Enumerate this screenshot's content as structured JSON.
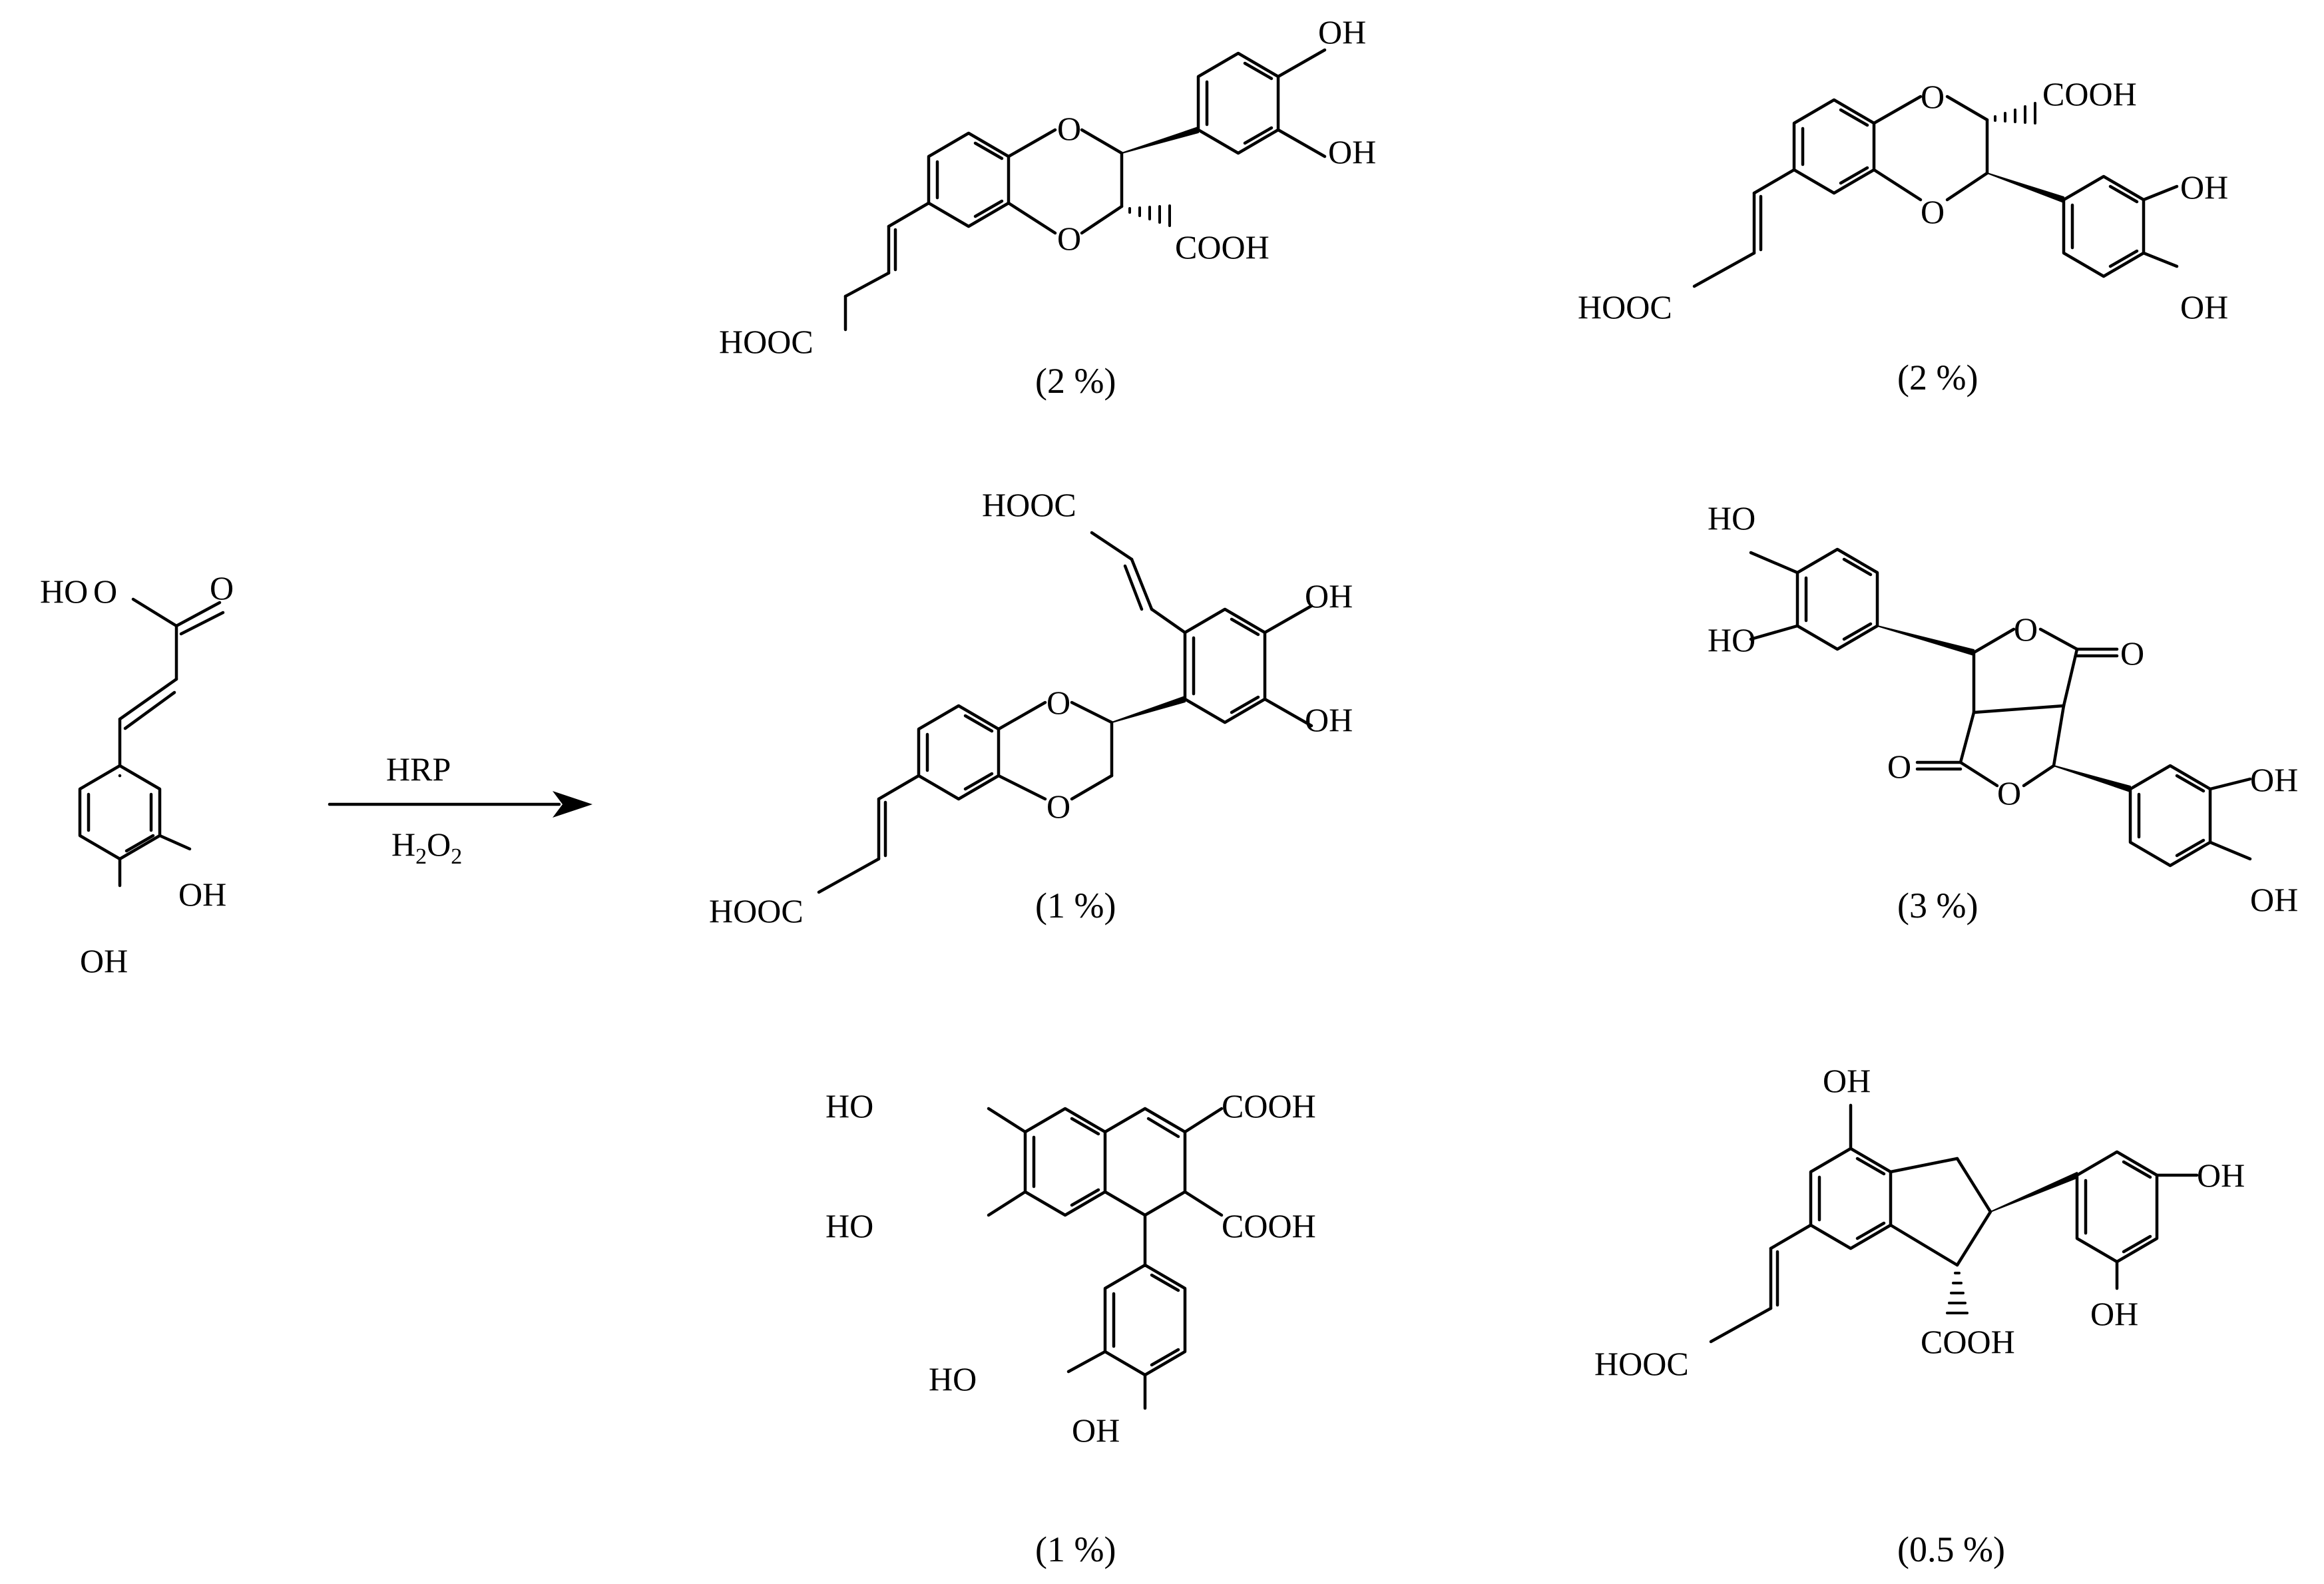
{
  "reaction": {
    "reagent_top": "HRP",
    "reagent_bottom_main": "H",
    "reagent_bottom_sub1": "2",
    "reagent_bottom_o": "O",
    "reagent_bottom_sub2": "2"
  },
  "labels": {
    "oh": "OH",
    "ho": "HO",
    "cooh": "COOH",
    "hooc": "HOOC",
    "o": "O"
  },
  "yields": {
    "p1": "(2 %)",
    "p2": "(2 %)",
    "p3": "(1 %)",
    "p4": "(3 %)",
    "p5": "(1 %)",
    "p6": "(0.5 %)"
  }
}
